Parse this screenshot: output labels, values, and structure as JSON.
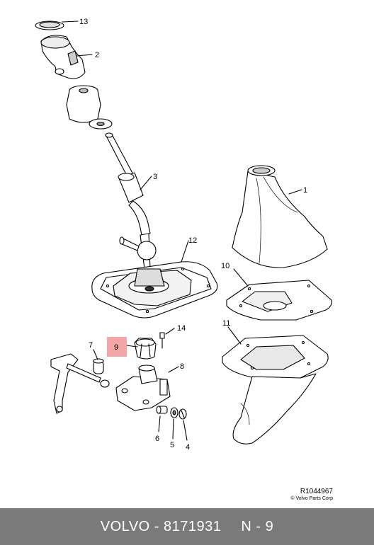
{
  "callouts": {
    "c1": "1",
    "c2": "2",
    "c3": "3",
    "c4": "4",
    "c5": "5",
    "c6": "6",
    "c7": "7",
    "c8": "8",
    "c9": "9",
    "c10": "10",
    "c11": "11",
    "c12": "12",
    "c13": "13",
    "c14": "14"
  },
  "highlight_color": "#f4a6a6",
  "reference": "R1044967",
  "copyright": "© Volvo Parts Corp",
  "footer": {
    "part": "VOLVO - 8171931",
    "position": "N - 9"
  },
  "footer_color": "#7a7a7a"
}
